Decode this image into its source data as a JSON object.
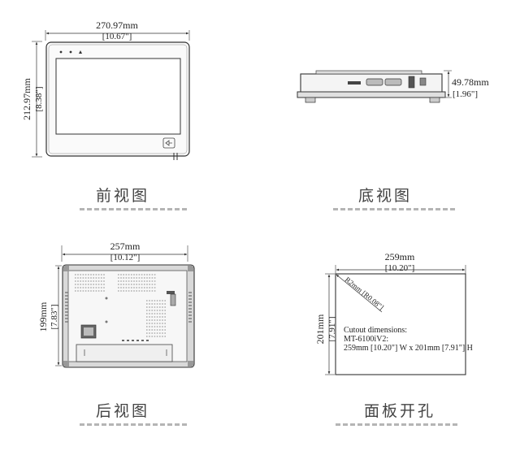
{
  "front": {
    "width_mm": "270.97mm",
    "width_in": "[10.67\"]",
    "height_mm": "212.97mm",
    "height_in": "[8.38\"]",
    "caption": "前视图"
  },
  "bottom": {
    "depth_mm": "49.78mm",
    "depth_in": "[1.96\"]",
    "caption": "底视图"
  },
  "rear": {
    "width_mm": "257mm",
    "width_in": "[10.12\"]",
    "height_mm": "199mm",
    "height_in": "[7.83\"]",
    "caption": "后视图"
  },
  "cutout": {
    "width_mm": "259mm",
    "width_in": "[10.20\"]",
    "height_mm": "201mm",
    "height_in": "[7.91\"]",
    "radius": "R2mm [R0.08\"]",
    "title": "Cutout dimensions:",
    "model": "MT-6100iV2:",
    "spec": "259mm [10.20\"] W x 201mm [7.91\"] H",
    "caption": "面板开孔"
  }
}
